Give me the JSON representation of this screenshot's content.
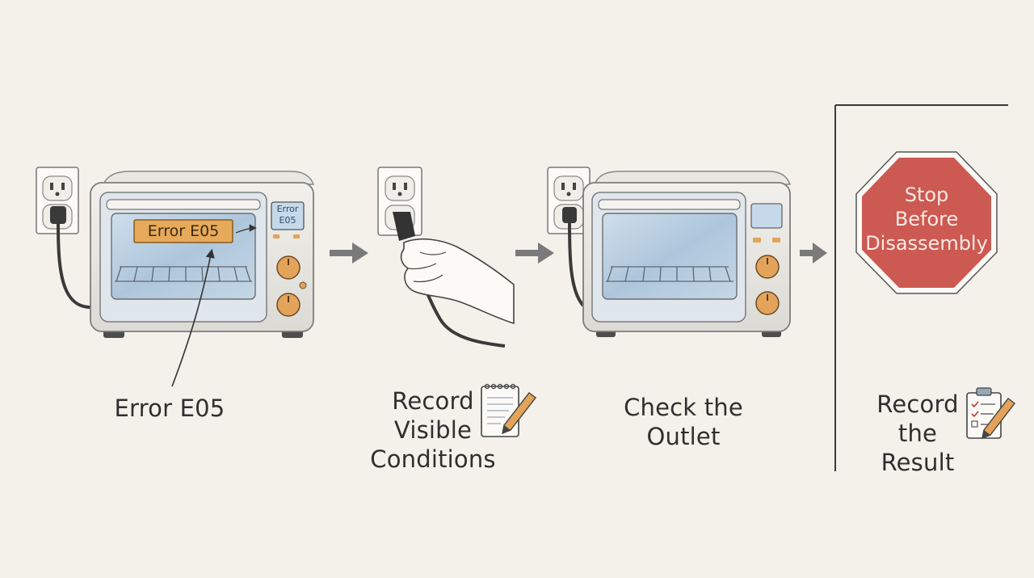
{
  "steps": [
    {
      "id": "error",
      "oven_display_label": "Error E05",
      "side_display_lines": [
        "Error",
        "E05"
      ],
      "caption": "Error E05"
    },
    {
      "id": "record-conditions",
      "caption_lines": [
        "Record",
        "Visible",
        "Conditions"
      ],
      "icon": "notepad-pencil-icon"
    },
    {
      "id": "check-outlet",
      "caption_lines": [
        "Check the",
        "Outlet"
      ]
    },
    {
      "id": "stop",
      "sign_lines": [
        "Stop",
        "Before",
        "Disassembly"
      ],
      "caption_lines": [
        "Record",
        "the",
        "Result"
      ],
      "icon": "checklist-pencil-icon"
    }
  ],
  "colors": {
    "background": "#f3f1ea",
    "oven_body": "#e8e6e1",
    "oven_window": "#b9cde0",
    "error_display": "#e7a95a",
    "knob": "#e3a35a",
    "stop_sign": "#cc5a52",
    "arrow": "#7a7a7a"
  }
}
